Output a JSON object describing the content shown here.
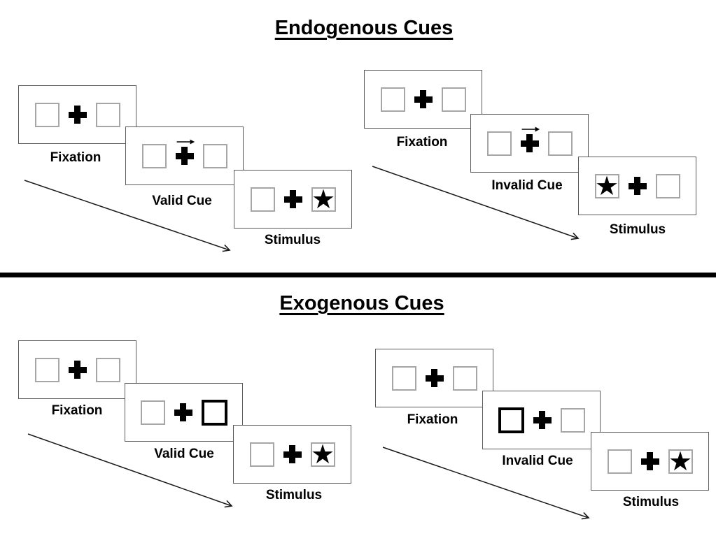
{
  "page": {
    "background": "#ffffff"
  },
  "sections": [
    {
      "title": "Endogenous Cues",
      "trials": [
        {
          "type": "valid",
          "panels": [
            {
              "label": "Fixation",
              "left_box": "empty",
              "center": "fixation-cross",
              "right_box": "empty"
            },
            {
              "label": "Valid Cue",
              "left_box": "empty",
              "center": "fixation-cross-with-right-arrow",
              "right_box": "empty"
            },
            {
              "label": "Stimulus",
              "left_box": "empty",
              "center": "fixation-cross",
              "right_box": "star"
            }
          ]
        },
        {
          "type": "invalid",
          "panels": [
            {
              "label": "Fixation",
              "left_box": "empty",
              "center": "fixation-cross",
              "right_box": "empty"
            },
            {
              "label": "Invalid Cue",
              "left_box": "empty",
              "center": "fixation-cross-with-right-arrow",
              "right_box": "empty"
            },
            {
              "label": "Stimulus",
              "left_box": "star",
              "center": "fixation-cross",
              "right_box": "empty"
            }
          ]
        }
      ]
    },
    {
      "title": "Exogenous Cues",
      "trials": [
        {
          "type": "valid",
          "panels": [
            {
              "label": "Fixation",
              "left_box": "empty",
              "center": "fixation-cross",
              "right_box": "empty"
            },
            {
              "label": "Valid Cue",
              "left_box": "empty",
              "center": "fixation-cross",
              "right_box": "highlighted"
            },
            {
              "label": "Stimulus",
              "left_box": "empty",
              "center": "fixation-cross",
              "right_box": "star"
            }
          ]
        },
        {
          "type": "invalid",
          "panels": [
            {
              "label": "Fixation",
              "left_box": "empty",
              "center": "fixation-cross",
              "right_box": "empty"
            },
            {
              "label": "Invalid Cue",
              "left_box": "highlighted",
              "center": "fixation-cross",
              "right_box": "empty"
            },
            {
              "label": "Stimulus",
              "left_box": "empty",
              "center": "fixation-cross",
              "right_box": "star"
            }
          ]
        }
      ]
    }
  ],
  "glyphs": {
    "star": "★"
  },
  "colors": {
    "panel_border": "#595959",
    "box_border": "#a6a6a6",
    "highlight_border": "#000000",
    "ink": "#000000",
    "divider": "#000000",
    "background": "#ffffff"
  }
}
